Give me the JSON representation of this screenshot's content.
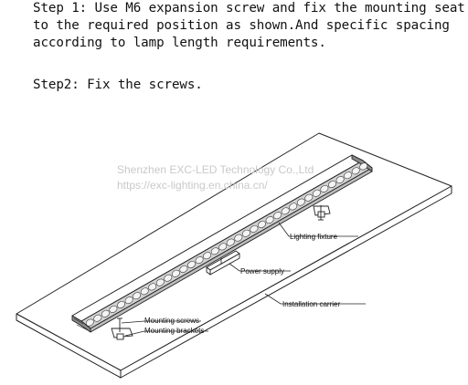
{
  "instructions": {
    "step1": "Step 1: Use M6 expansion screw and fix the mounting seat\nto the required position as shown.And specific spacing\naccording to lamp length requirements.",
    "step2": "Step2: Fix the screws."
  },
  "diagram": {
    "labels": {
      "lighting_fixture": "Lighting fixture",
      "power_supply": "Power supply",
      "installation_carrier": "Installation carrier",
      "mounting_screws": "Mounting screws",
      "mounting_brackets": "Mounting brackets"
    },
    "watermark": {
      "line1": "Shenzhen EXC-LED Technology Co.,Ltd",
      "line2": "https://exc-lighting.en.china.cn/"
    }
  }
}
